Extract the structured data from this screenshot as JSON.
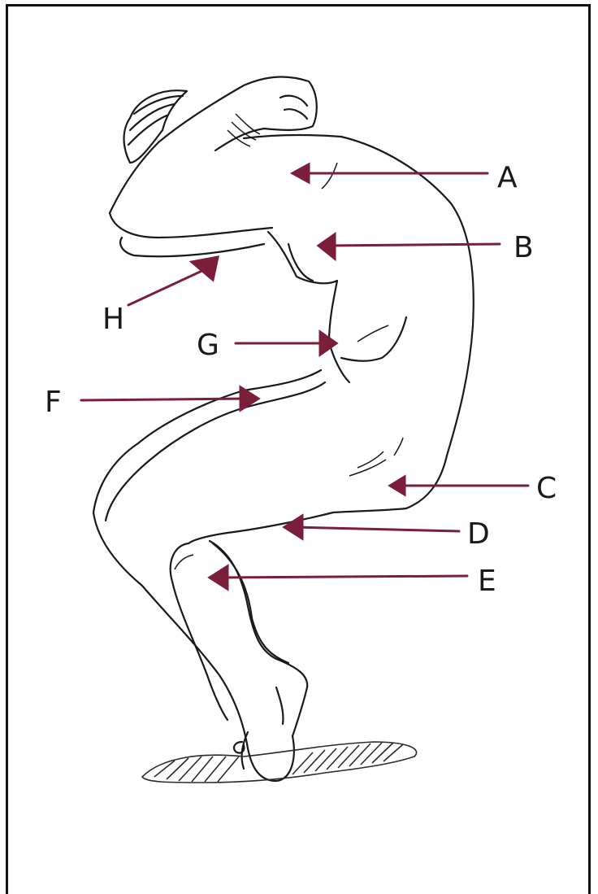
{
  "colors": {
    "ink": "#1a1a1a",
    "marker": "#7a1e3a",
    "hatch": "#2a2a2a"
  },
  "labels": [
    {
      "id": "A",
      "text": "A"
    },
    {
      "id": "B",
      "text": "B"
    },
    {
      "id": "C",
      "text": "C"
    },
    {
      "id": "D",
      "text": "D"
    },
    {
      "id": "E",
      "text": "E"
    },
    {
      "id": "F",
      "text": "F"
    },
    {
      "id": "G",
      "text": "G"
    },
    {
      "id": "H",
      "text": "H"
    }
  ]
}
